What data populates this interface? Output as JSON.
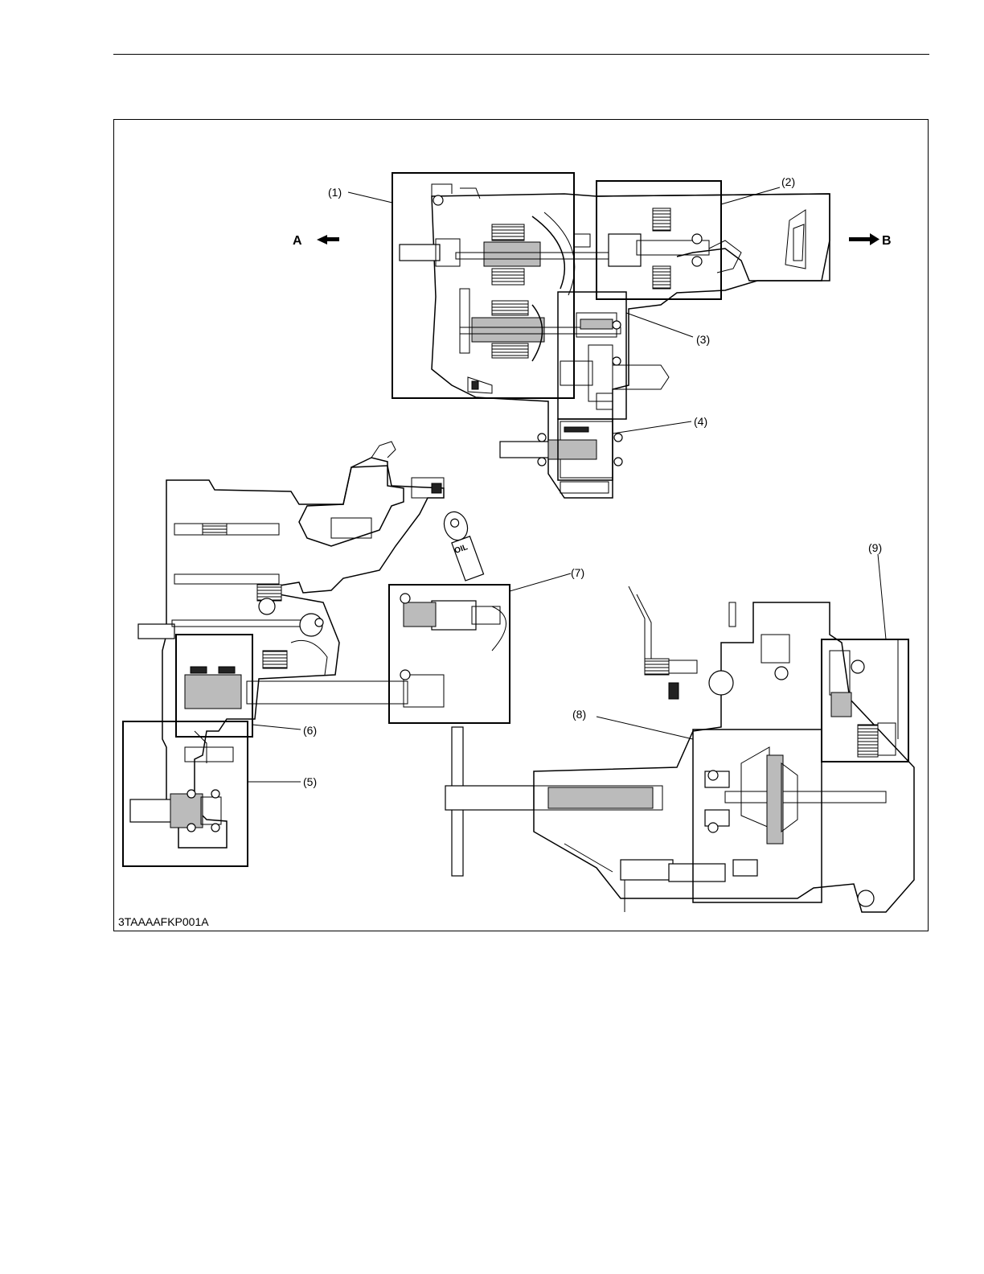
{
  "figure": {
    "id": "3TAAAAFKP001A",
    "direction_left": "A",
    "direction_right": "B",
    "callouts": [
      "(1)",
      "(2)",
      "(3)",
      "(4)",
      "(5)",
      "(6)",
      "(7)",
      "(8)",
      "(9)"
    ],
    "oil_mark": "OIL"
  }
}
